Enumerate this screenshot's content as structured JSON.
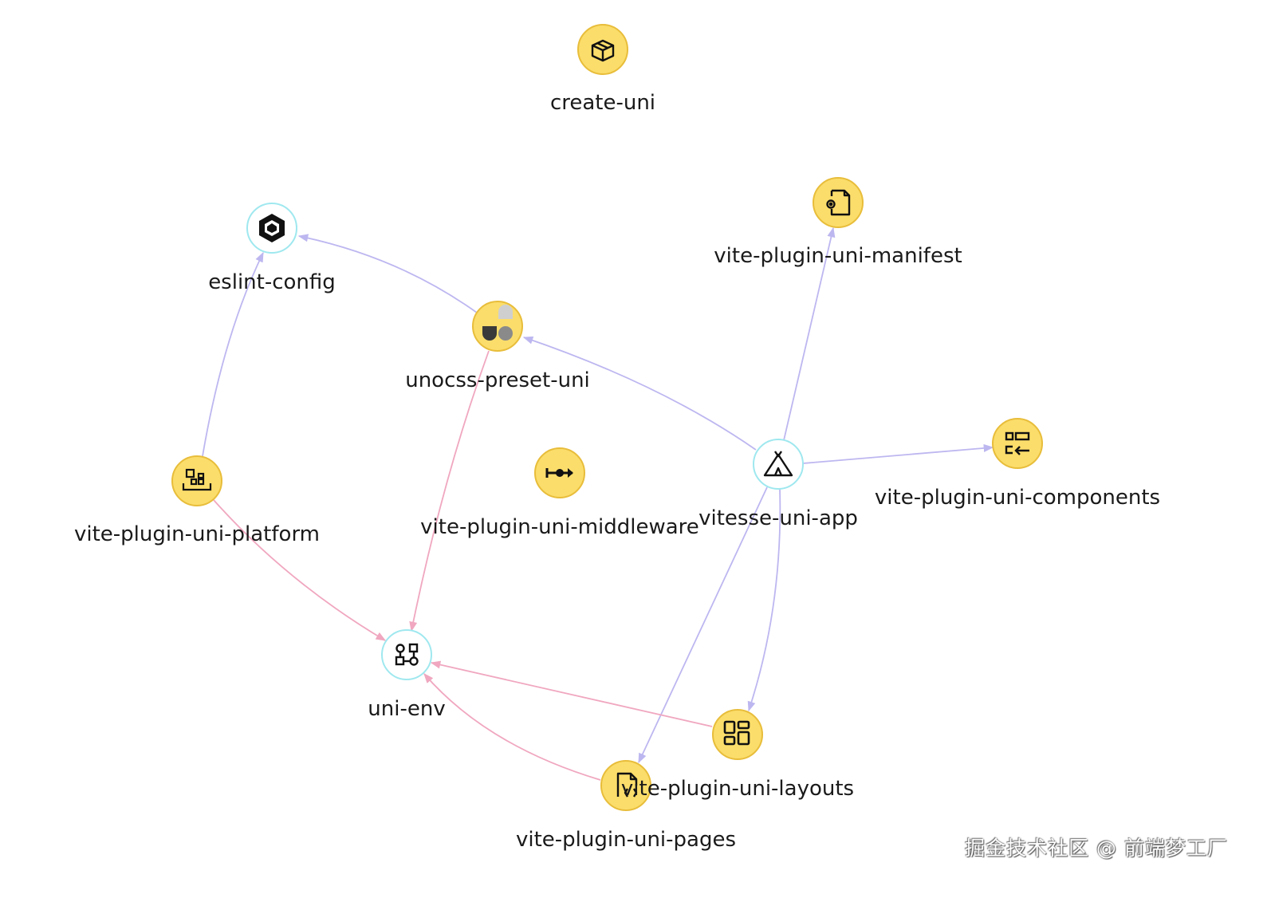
{
  "colors": {
    "package_fill": "#fbdd6b",
    "package_stroke": "#e8bd3a",
    "config_fill": "#ffffff",
    "config_stroke": "#9fe8ef",
    "edge_dev": "#bdb7f0",
    "edge_dep": "#f0a7bf"
  },
  "nodes": [
    {
      "id": "create-uni",
      "label": "create-uni",
      "kind": "package",
      "icon": "package-box-icon"
    },
    {
      "id": "eslint-config",
      "label": "eslint-config",
      "kind": "config",
      "icon": "eslint-hexagon-icon"
    },
    {
      "id": "unocss-preset-uni",
      "label": "unocss-preset-uni",
      "kind": "package",
      "icon": "unocss-logo-icon"
    },
    {
      "id": "vite-plugin-uni-manifest",
      "label": "vite-plugin-uni-manifest",
      "kind": "package",
      "icon": "file-settings-icon"
    },
    {
      "id": "vite-plugin-uni-platform",
      "label": "vite-plugin-uni-platform",
      "kind": "package",
      "icon": "platform-blocks-icon"
    },
    {
      "id": "vite-plugin-uni-middleware",
      "label": "vite-plugin-uni-middleware",
      "kind": "package",
      "icon": "middleware-arrow-icon"
    },
    {
      "id": "vitesse-uni-app",
      "label": "vitesse-uni-app",
      "kind": "config",
      "icon": "tent-icon"
    },
    {
      "id": "vite-plugin-uni-components",
      "label": "vite-plugin-uni-components",
      "kind": "package",
      "icon": "components-import-icon"
    },
    {
      "id": "uni-env",
      "label": "uni-env",
      "kind": "config",
      "icon": "flow-nodes-icon"
    },
    {
      "id": "vite-plugin-uni-layouts",
      "label": "vite-plugin-uni-layouts",
      "kind": "package",
      "icon": "layout-grid-icon"
    },
    {
      "id": "vite-plugin-uni-pages",
      "label": "vite-plugin-uni-pages",
      "kind": "package",
      "icon": "file-code-icon"
    }
  ],
  "edges": [
    {
      "from": "unocss-preset-uni",
      "to": "eslint-config",
      "type": "dev"
    },
    {
      "from": "vite-plugin-uni-platform",
      "to": "eslint-config",
      "type": "dev"
    },
    {
      "from": "vitesse-uni-app",
      "to": "unocss-preset-uni",
      "type": "dev"
    },
    {
      "from": "vitesse-uni-app",
      "to": "vite-plugin-uni-manifest",
      "type": "dev"
    },
    {
      "from": "vitesse-uni-app",
      "to": "vite-plugin-uni-components",
      "type": "dev"
    },
    {
      "from": "vitesse-uni-app",
      "to": "vite-plugin-uni-layouts",
      "type": "dev"
    },
    {
      "from": "vitesse-uni-app",
      "to": "vite-plugin-uni-pages",
      "type": "dev"
    },
    {
      "from": "unocss-preset-uni",
      "to": "uni-env",
      "type": "dep"
    },
    {
      "from": "vite-plugin-uni-platform",
      "to": "uni-env",
      "type": "dep"
    },
    {
      "from": "vite-plugin-uni-layouts",
      "to": "uni-env",
      "type": "dep"
    },
    {
      "from": "vite-plugin-uni-pages",
      "to": "uni-env",
      "type": "dep"
    }
  ],
  "watermark": "掘金技术社区 @ 前端梦工厂"
}
